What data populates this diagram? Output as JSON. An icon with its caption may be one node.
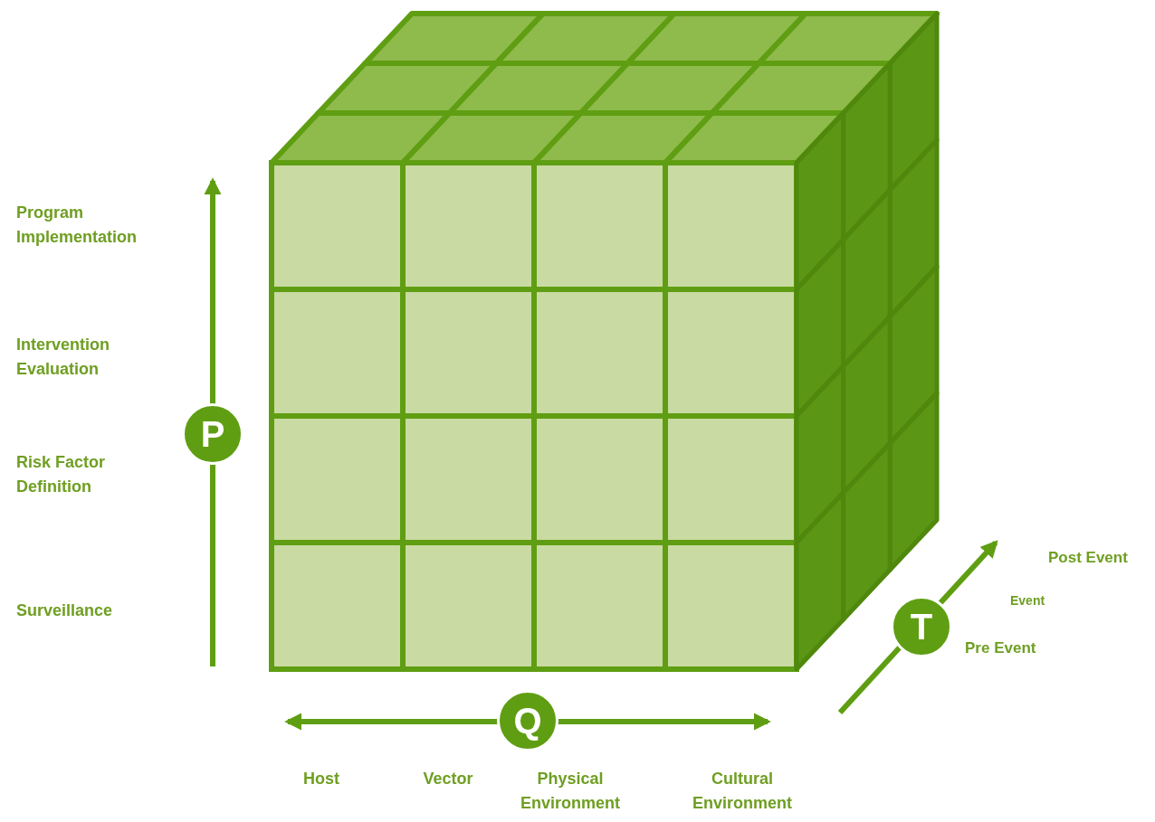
{
  "diagram": {
    "nodes": [
      {
        "text": [
          "P"
        ]
      },
      {
        "text": [
          "Q"
        ]
      },
      {
        "text": [
          "T"
        ]
      }
    ],
    "labels": [
      "Program Implementation",
      "Intervention Evaluation",
      "Risk Factor Definition",
      "Surveillance",
      "Post Event",
      "Event",
      "Pre Event",
      "Host",
      "Vector",
      "Physical Environment",
      "Cultural Environment"
    ]
  }
}
